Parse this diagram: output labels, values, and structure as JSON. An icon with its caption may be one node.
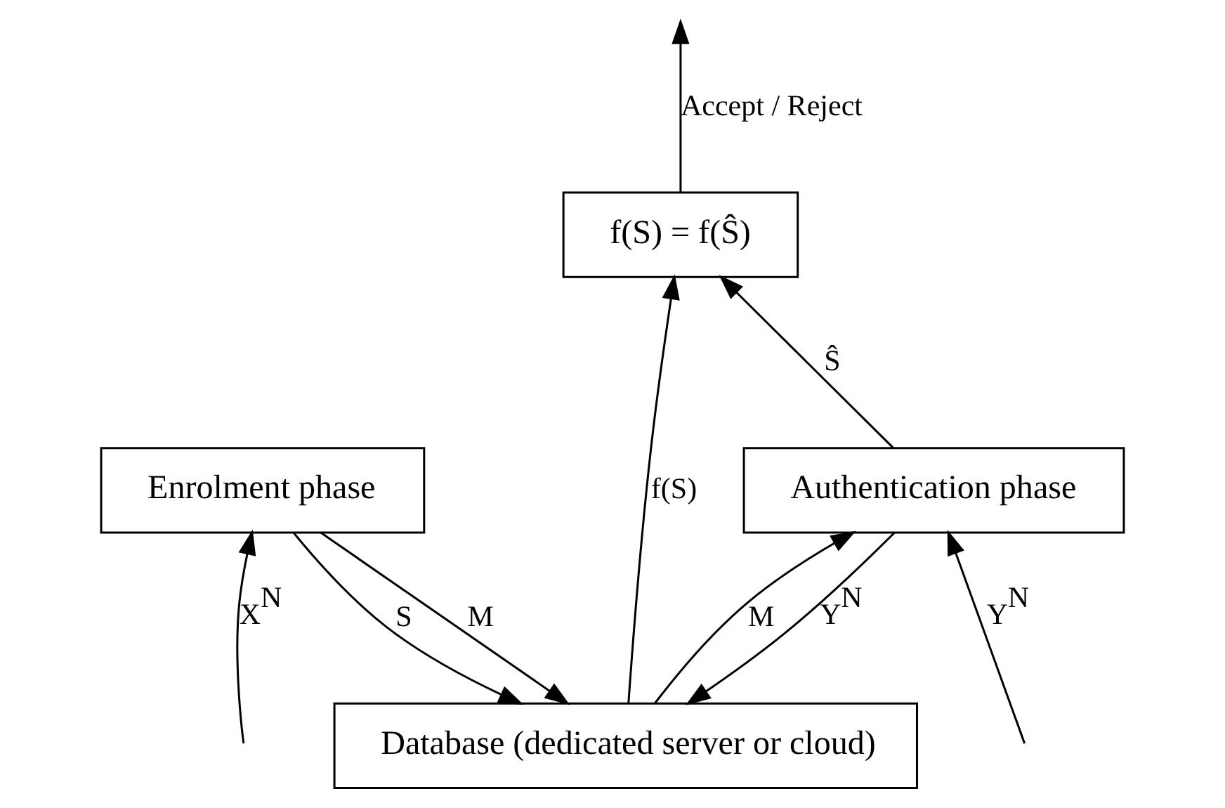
{
  "diagram": {
    "nodes": [
      {
        "text": [
          "Database (dedicated server or cloud)"
        ]
      },
      {
        "text": [
          "f(S) = f(Ŝ)"
        ]
      },
      {
        "text": [
          "Enrolment phase"
        ]
      },
      {
        "text": [
          "Authentication phase"
        ]
      }
    ],
    "edges": [
      {
        "from": 2,
        "to": 0,
        "arrow": "to",
        "label": "S"
      },
      {
        "from": 2,
        "to": 0,
        "arrow": "to",
        "label": "M"
      },
      {
        "from": 3,
        "to": 0,
        "arrow": "to",
        "label": "Y$^{N}$"
      },
      {
        "from": 0,
        "to": 3,
        "arrow": "to",
        "label": "M"
      },
      {
        "from": 0,
        "to": 1,
        "arrow": "to",
        "label": "f(S)"
      },
      {
        "from": 3,
        "to": 1,
        "arrow": "to",
        "label": "Ŝ"
      },
      {
        "from": 1,
        "to": null,
        "arrow": "to",
        "label": "Accept / Reject"
      },
      {
        "from": null,
        "to": 2,
        "arrow": "to",
        "label": "X$^{N}$"
      },
      {
        "from": null,
        "to": 3,
        "arrow": "to",
        "label": "Y$^{N}$"
      }
    ]
  }
}
